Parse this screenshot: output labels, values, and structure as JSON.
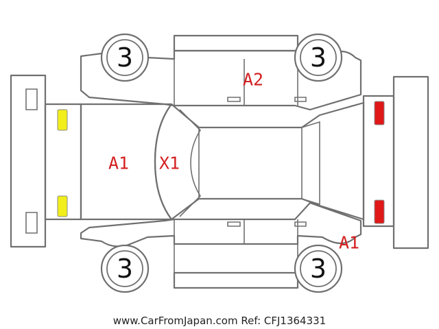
{
  "colors": {
    "outline": "#6f6f6f",
    "damage_code": "#d42020",
    "front_light": "#f2ee1a",
    "rear_light": "#e01818"
  },
  "wheels": {
    "front_left": "3",
    "rear_left": "3",
    "front_right": "3",
    "rear_right": "3"
  },
  "damage_codes": {
    "hood": "A1",
    "windshield": "X1",
    "roof_side": "A2",
    "rear_corner": "A1"
  },
  "lights": {
    "front": {
      "color": "yellow",
      "count": 2
    },
    "rear": {
      "color": "red",
      "count": 2
    }
  },
  "footer": {
    "text": "www.CarFromJapan.com Ref: CFJ1364331"
  }
}
